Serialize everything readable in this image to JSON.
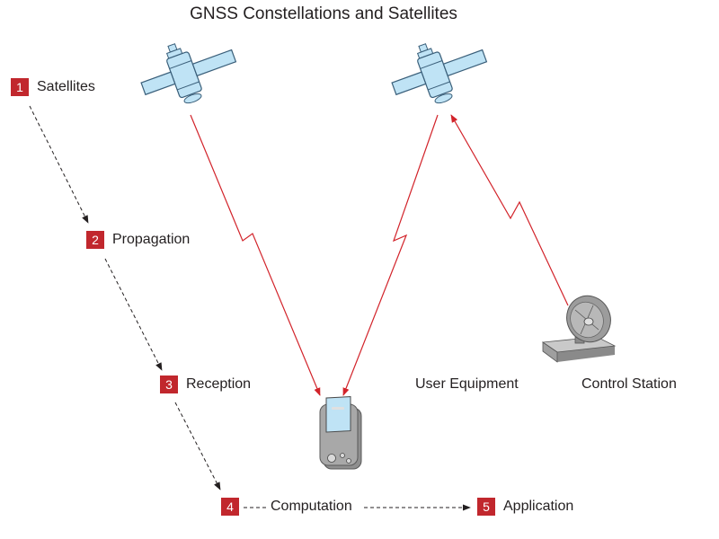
{
  "title": "GNSS Constellations and Satellites",
  "steps": [
    {
      "num": "1",
      "label": "Satellites"
    },
    {
      "num": "2",
      "label": "Propagation"
    },
    {
      "num": "3",
      "label": "Reception"
    },
    {
      "num": "4",
      "label": "Computation"
    },
    {
      "num": "5",
      "label": "Application"
    }
  ],
  "labels": {
    "user_equipment": "User Equipment",
    "control_station": "Control Station"
  },
  "colors": {
    "badge": "#c1272d",
    "signal": "#d2232a",
    "flow_arrow": "#231f20",
    "satellite_fill": "#bfe3f5",
    "satellite_stroke": "#3a5f7a",
    "device_fill": "#9a9a9a",
    "screen_fill": "#bfe3f5"
  },
  "icons": [
    "satellite-icon",
    "satellite-icon",
    "gnss-receiver-icon",
    "control-station-dish-icon"
  ]
}
